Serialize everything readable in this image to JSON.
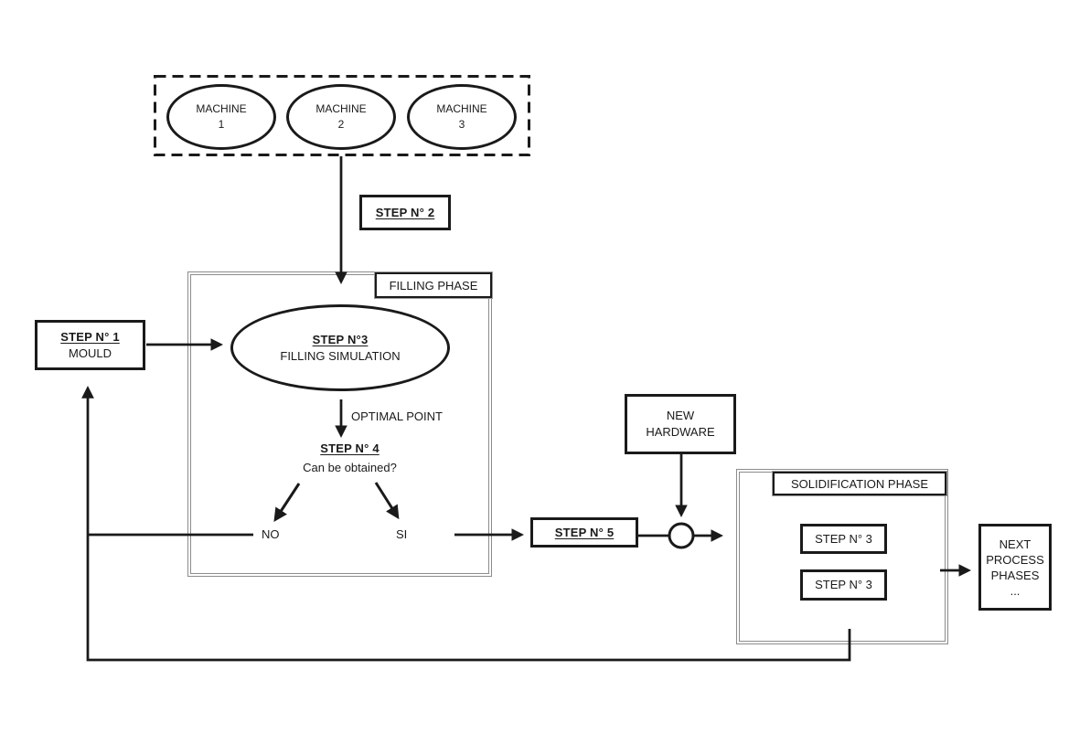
{
  "diagram": {
    "machines": {
      "items": [
        {
          "name": "MACHINE",
          "number": "1"
        },
        {
          "name": "MACHINE",
          "number": "2"
        },
        {
          "name": "MACHINE",
          "number": "3"
        }
      ]
    },
    "step1": {
      "title": "STEP N° 1",
      "subtitle": "MOULD"
    },
    "step2": {
      "label": "STEP N° 2"
    },
    "filling": {
      "header": "FILLING PHASE",
      "step3_title": "STEP N°3",
      "step3_subtitle": "FILLING SIMULATION",
      "optimal_point": "OPTIMAL POINT",
      "step4_title": "STEP N° 4",
      "step4_question": "Can be obtained?",
      "branch_no": "NO",
      "branch_yes": "SI"
    },
    "step5": {
      "label": "STEP N° 5"
    },
    "new_hardware": {
      "line1": "NEW",
      "line2": "HARDWARE"
    },
    "solidification": {
      "header": "SOLIDIFICATION PHASE",
      "steps": [
        {
          "label": "STEP N° 3"
        },
        {
          "label": "STEP N° 3"
        }
      ]
    },
    "next_process": {
      "line1": "NEXT",
      "line2": "PROCESS",
      "line3": "PHASES",
      "line4": "..."
    }
  },
  "colors": {
    "line": "#1a1a1a",
    "phase_border": "#8c8c8c",
    "background": "#ffffff"
  }
}
